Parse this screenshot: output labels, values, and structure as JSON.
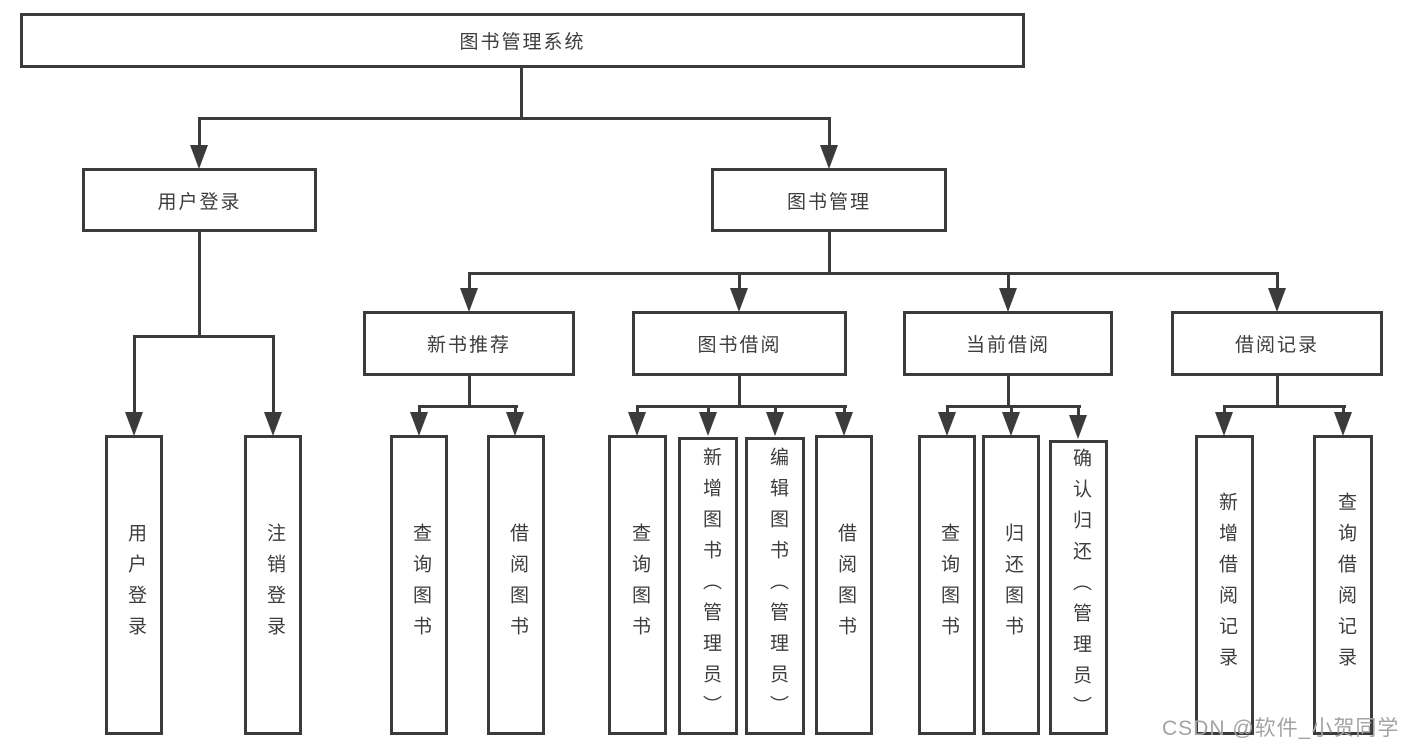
{
  "diagram": {
    "title_node": {
      "label": "图书管理系统"
    },
    "level2": [
      {
        "label": "用户登录"
      },
      {
        "label": "图书管理"
      }
    ],
    "level3": [
      {
        "label": "新书推荐"
      },
      {
        "label": "图书借阅"
      },
      {
        "label": "当前借阅"
      },
      {
        "label": "借阅记录"
      }
    ],
    "leaves": [
      {
        "label": "用户登录"
      },
      {
        "label": "注销登录"
      },
      {
        "label": "查询图书"
      },
      {
        "label": "借阅图书"
      },
      {
        "label": "查询图书"
      },
      {
        "label": "新增图书（管理员）"
      },
      {
        "label": "编辑图书（管理员）"
      },
      {
        "label": "借阅图书"
      },
      {
        "label": "查询图书"
      },
      {
        "label": "归还图书"
      },
      {
        "label": "确认归还（管理员）"
      },
      {
        "label": "新增借阅记录"
      },
      {
        "label": "查询借阅记录"
      }
    ],
    "colors": {
      "line": "#3b3b3b",
      "box_border": "#3b3b3b",
      "text": "#3d3d3d",
      "background": "#ffffff",
      "watermark": "#a3a3a3"
    }
  },
  "watermark": {
    "text": "CSDN @软件_小贺同学"
  }
}
